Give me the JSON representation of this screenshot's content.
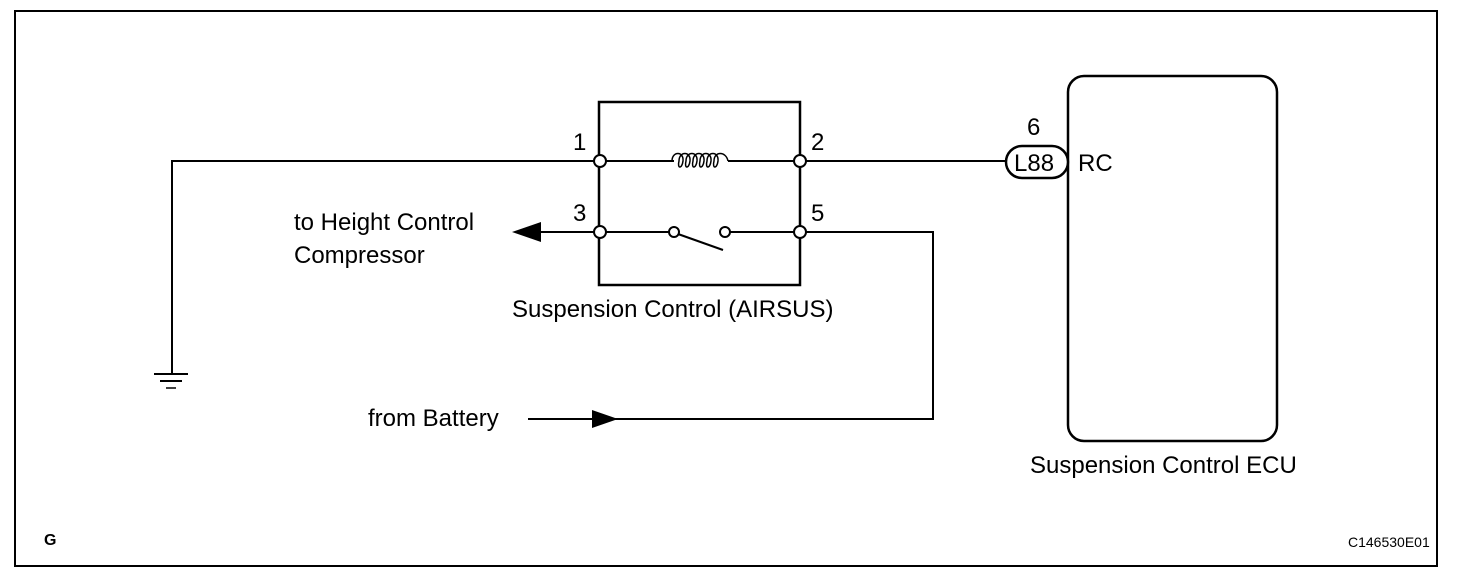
{
  "relay": {
    "name": "Suspension Control (AIRSUS)",
    "pins": {
      "p1": "1",
      "p2": "2",
      "p3": "3",
      "p5": "5"
    }
  },
  "ecu": {
    "name": "Suspension Control ECU",
    "pin_number": "6",
    "connector": "L88",
    "terminal": "RC"
  },
  "labels": {
    "to_compressor_line1": "to Height Control",
    "to_compressor_line2": "Compressor",
    "from_battery": "from Battery"
  },
  "footer": {
    "corner_letter": "G",
    "figure_code": "C146530E01"
  }
}
